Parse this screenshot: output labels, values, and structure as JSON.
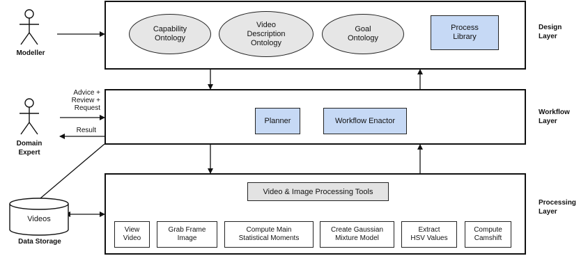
{
  "layers": {
    "design": "Design\nLayer",
    "workflow": "Workflow\nLayer",
    "processing": "Processing\nLayer"
  },
  "actors": {
    "modeller": "Modeller",
    "domain_expert": "Domain\nExpert",
    "data_storage": "Data Storage",
    "videos": "Videos"
  },
  "design": {
    "capability": "Capability\nOntology",
    "video_desc": "Video\nDescription\nOntology",
    "goal": "Goal\nOntology",
    "process_library": "Process\nLibrary"
  },
  "workflow": {
    "planner": "Planner",
    "enactor": "Workflow Enactor",
    "advice": "Advice +\nReview +\nRequest",
    "result": "Result"
  },
  "processing": {
    "tools_title": "Video & Image Processing Tools",
    "tools": [
      "View\nVideo",
      "Grab Frame\nImage",
      "Compute Main\nStatistical Moments",
      "Create Gaussian\nMixture Model",
      "Extract\nHSV Values",
      "Compute\nCamshift"
    ]
  }
}
